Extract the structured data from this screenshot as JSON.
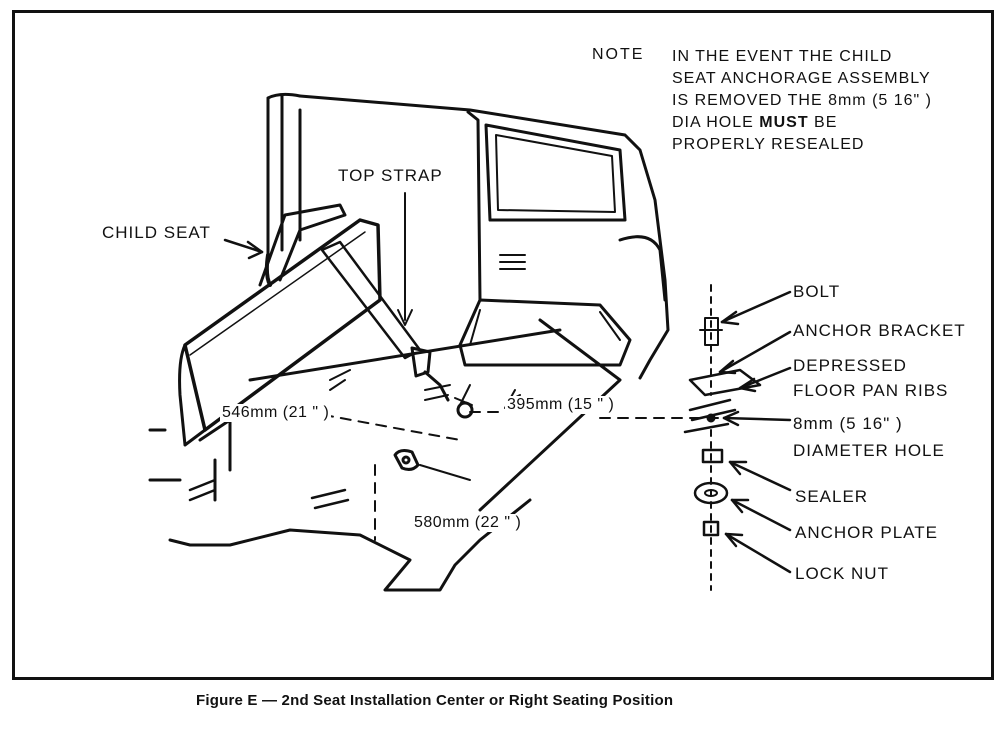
{
  "note": {
    "label": "NOTE",
    "lines": [
      "IN THE EVENT THE CHILD",
      "SEAT ANCHORAGE ASSEMBLY",
      "IS REMOVED THE 8mm (5 16\" )",
      "DIA HOLE",
      "MUST",
      "BE",
      "PROPERLY RESEALED"
    ]
  },
  "labels": {
    "top_strap": "TOP STRAP",
    "child_seat": "CHILD SEAT",
    "bolt": "BOLT",
    "anchor_bracket": "ANCHOR BRACKET",
    "depressed": "DEPRESSED",
    "floor_pan_ribs": "FLOOR PAN RIBS",
    "hole_size": "8mm (5 16\" )",
    "diameter_hole": "DIAMETER HOLE",
    "sealer": "SEALER",
    "anchor_plate": "ANCHOR PLATE",
    "lock_nut": "LOCK NUT"
  },
  "dimensions": {
    "d546": "546mm (21 \" )",
    "d395": "395mm (15 \" )",
    "d580": "580mm (22 \" )"
  },
  "caption": "Figure E — 2nd Seat Installation Center or Right Seating Position"
}
